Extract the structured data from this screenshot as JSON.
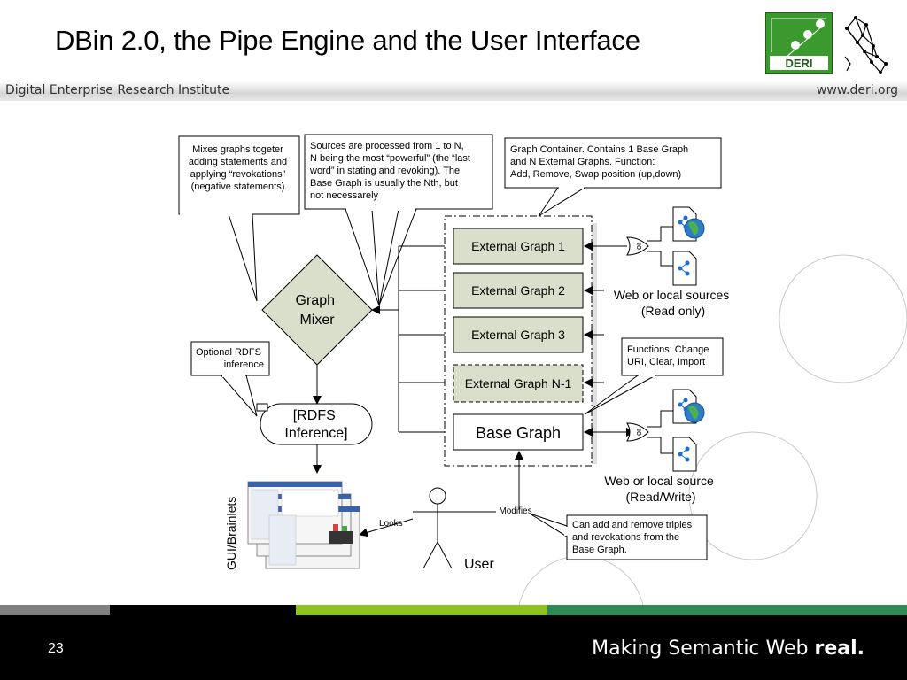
{
  "slide": {
    "title": "DBin 2.0, the Pipe Engine and the User Interface",
    "institute": "Digital Enterprise Research Institute",
    "website": "www.deri.org",
    "page_number": "23",
    "tagline_prefix": "Making Semantic Web ",
    "tagline_bold": "real."
  },
  "logo": {
    "text": "DERI"
  },
  "diagram": {
    "note_mixer": [
      "Mixes graphs togeter",
      "adding statements and",
      "applying “revokations”",
      "(negative statements)."
    ],
    "note_sources": [
      "Sources are processed from 1 to N,",
      "N being the most “powerful” (the “last",
      "word” in stating and revoking). The",
      "Base Graph is usually the Nth, but",
      "not necessarely"
    ],
    "note_container": [
      "Graph Container. Contains 1 Base Graph",
      "and N External Graphs. Function:",
      "Add, Remove, Swap position (up,down)"
    ],
    "note_rdfs": [
      "Optional RDFS",
      "inference"
    ],
    "note_functions": [
      "Functions: Change",
      "URI, Clear, Import"
    ],
    "note_triples": [
      "Can add and remove triples",
      "and revokations  from the",
      "Base Graph."
    ],
    "graph_mixer": [
      "Graph",
      "Mixer"
    ],
    "rdfs_inference": [
      "[RDFS",
      "Inference]"
    ],
    "external_graphs": [
      "External Graph 1",
      "External Graph 2",
      "External Graph 3",
      "External Graph N-1"
    ],
    "base_graph": "Base Graph",
    "web_sources_ro": [
      "Web or local sources",
      "(Read only)"
    ],
    "web_source_rw": [
      "Web or local source",
      "(Read/Write)"
    ],
    "or_label": "or",
    "gui_label": "GUI/Brainlets",
    "looks_label": "Looks",
    "modifies_label": "Modifies",
    "user_label": "User"
  },
  "colors": {
    "graph_fill": "#d9dfca",
    "accent_green": "#8dc21f",
    "dark_green": "#2e8b57",
    "gray_stripe": "#808080"
  }
}
